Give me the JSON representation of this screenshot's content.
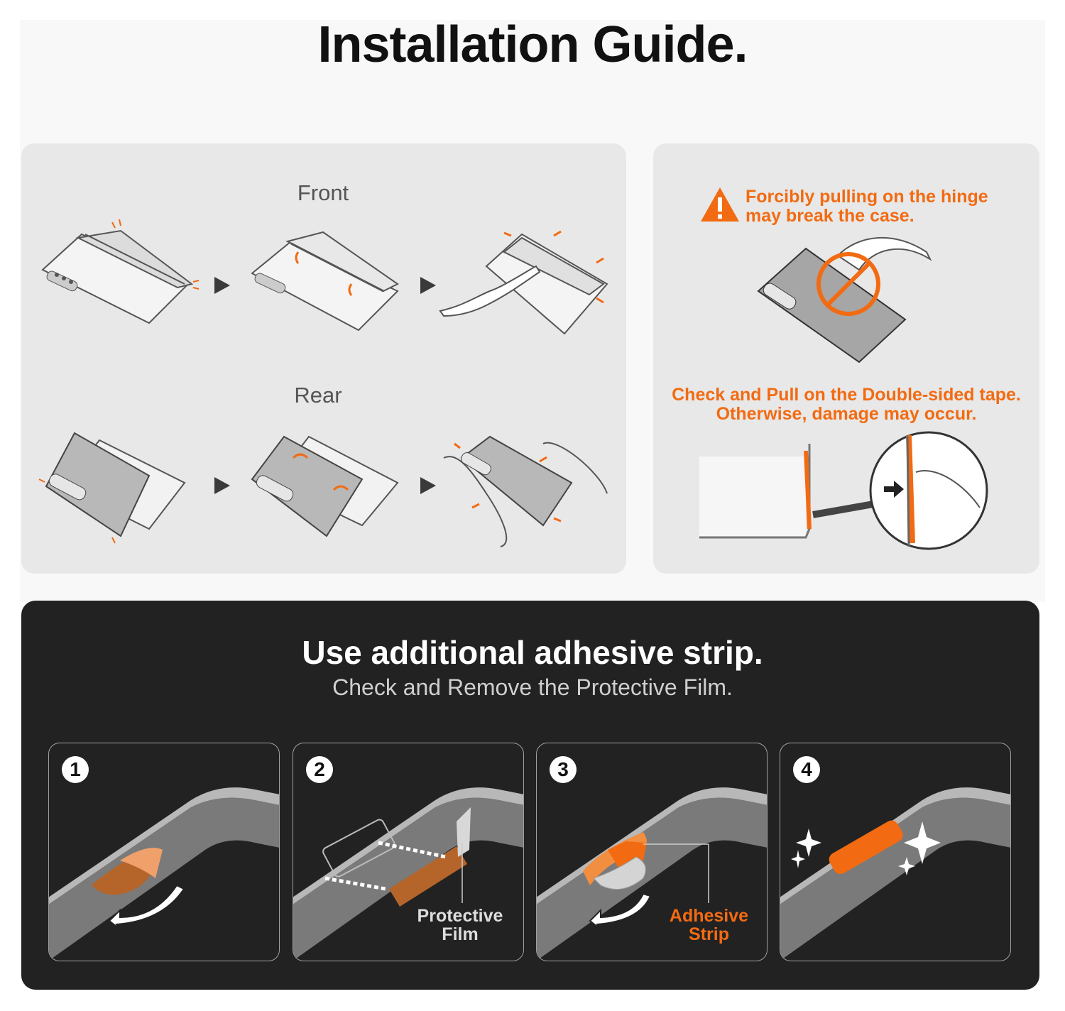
{
  "header": {
    "title": "Installation Guide."
  },
  "left_panel": {
    "front_label": "Front",
    "rear_label": "Rear"
  },
  "right_panel": {
    "warning": [
      "Forcibly pulling on the hinge",
      "may break the case."
    ],
    "check": [
      "Check and Pull on the Double-sided tape.",
      "Otherwise, damage may occur."
    ]
  },
  "adhesive": {
    "title": "Use additional adhesive strip.",
    "subtitle": "Check and Remove the Protective Film.",
    "steps": [
      {
        "number": "1"
      },
      {
        "number": "2",
        "callout": [
          "Protective",
          "Film"
        ]
      },
      {
        "number": "3",
        "callout": [
          "Adhesive",
          "Strip"
        ]
      },
      {
        "number": "4"
      }
    ]
  },
  "colors": {
    "accent": "#f26b12",
    "dark_panel": "#222222",
    "light_panel": "#e8e8e8"
  }
}
